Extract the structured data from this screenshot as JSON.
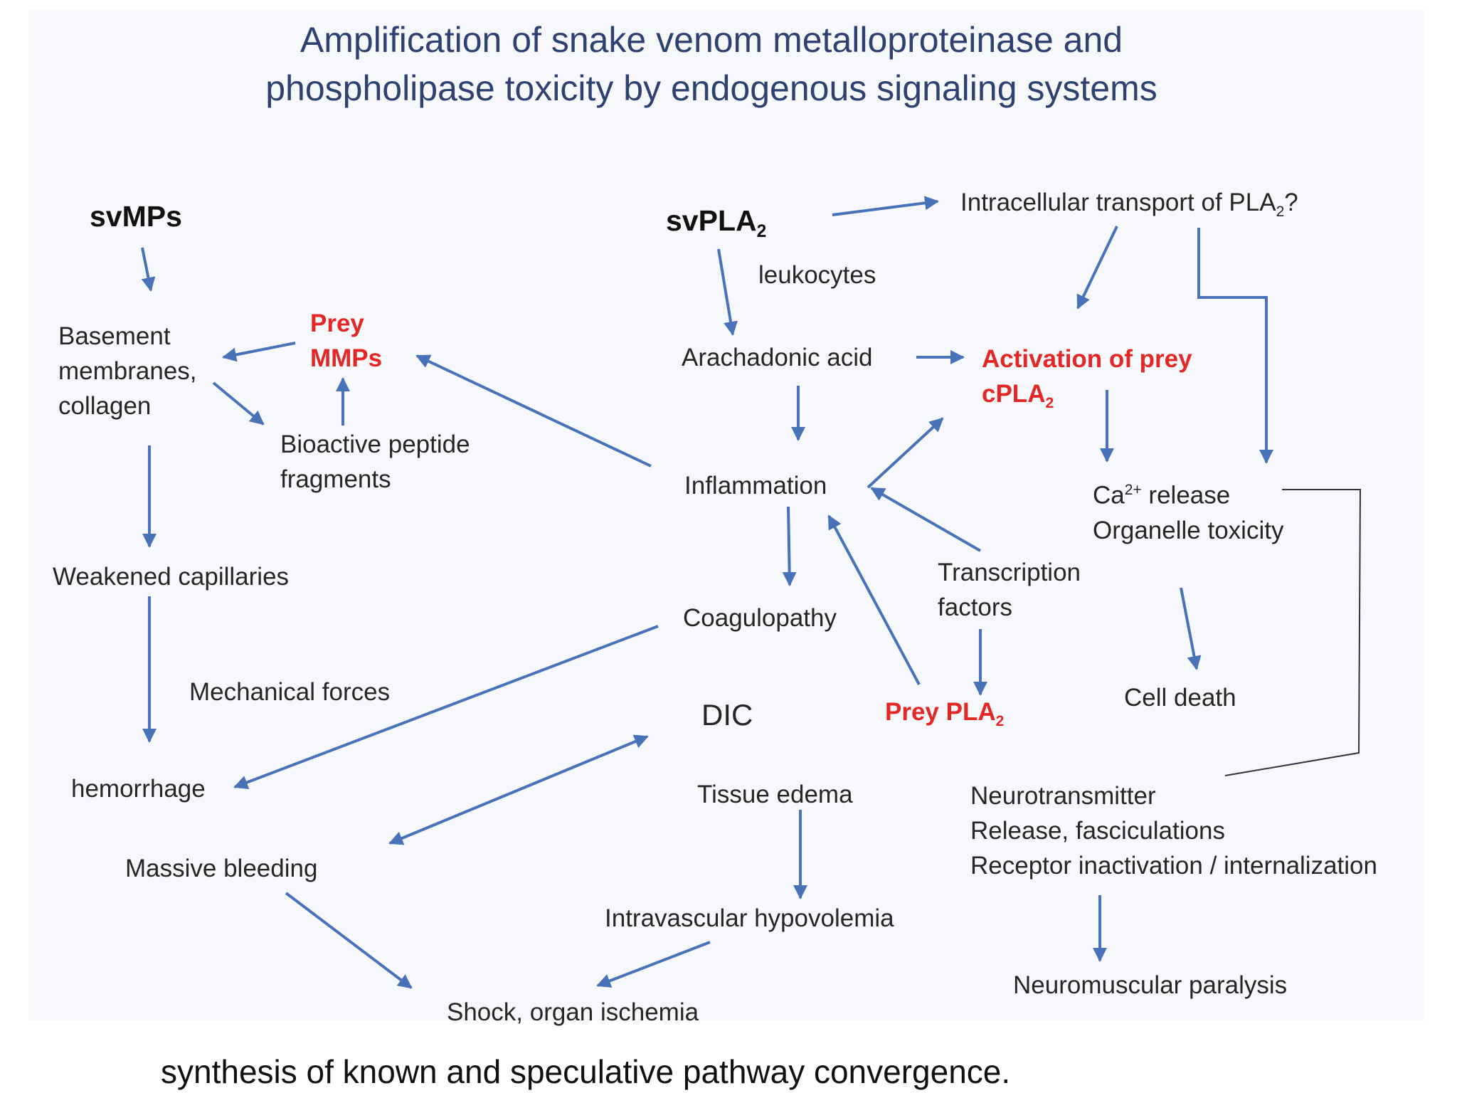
{
  "title": {
    "line1": "Amplification of snake venom metalloproteinase and",
    "line2": "phospholipase toxicity by endogenous signaling systems"
  },
  "caption": "synthesis of known and speculative pathway convergence.",
  "colors": {
    "arrow": "#4a72b8",
    "title": "#2e4170",
    "highlight": "#e32626",
    "text": "#262626",
    "panel": "#f7f8fb"
  },
  "nodes": {
    "svmps": "svMPs",
    "svpla2": "svPLA",
    "svpla2_sub": "2",
    "intracellular": "Intracellular transport of PLA",
    "intracellular_sub": "2",
    "intracellular_q": "?",
    "leukocytes": "leukocytes",
    "basement": [
      "Basement",
      "membranes,",
      "collagen"
    ],
    "prey_mmps": [
      "Prey",
      "MMPs"
    ],
    "bioactive": [
      "Bioactive peptide",
      "fragments"
    ],
    "arachadonic": "Arachadonic acid",
    "activation": [
      "Activation of prey",
      "cPLA"
    ],
    "activation_sub": "2",
    "inflammation": "Inflammation",
    "ca_release_prefix": "Ca",
    "ca_release_sup": "2+",
    "ca_release_rest": " release",
    "organelle": "Organelle toxicity",
    "weakened": "Weakened capillaries",
    "transcription": [
      "Transcription",
      "factors"
    ],
    "coagulopathy": "Coagulopathy",
    "mechanical": "Mechanical forces",
    "dic": "DIC",
    "prey_pla2": "Prey PLA",
    "prey_pla2_sub": "2",
    "cell_death": "Cell death",
    "hemorrhage": "hemorrhage",
    "tissue_edema": "Tissue edema",
    "neuro": [
      "Neurotransmitter",
      "Release, fasciculations",
      "Receptor inactivation / internalization"
    ],
    "massive_bleeding": "Massive bleeding",
    "hypovolemia": "Intravascular hypovolemia",
    "paralysis": "Neuromuscular paralysis",
    "shock": "Shock, organ ischemia"
  }
}
